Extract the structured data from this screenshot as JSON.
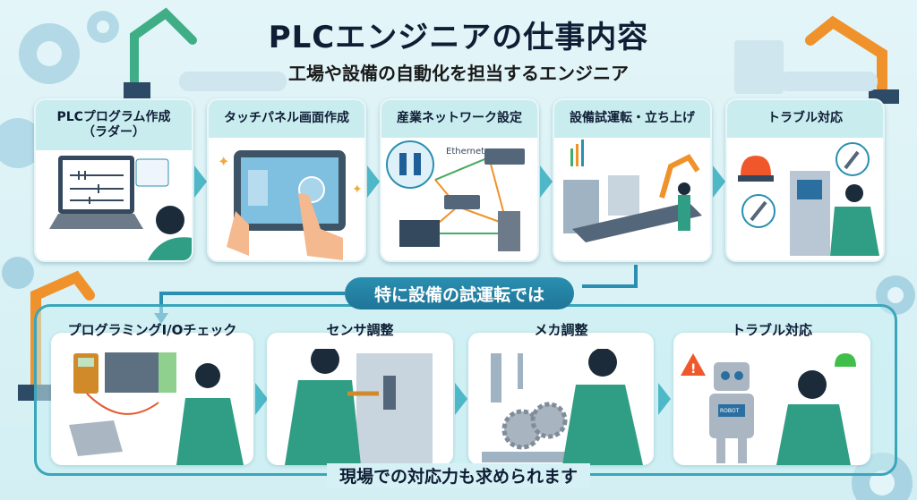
{
  "header": {
    "title": "PLCエンジニアの仕事内容",
    "subtitle": "工場や設備の自動化を担当するエンジニア"
  },
  "top_steps": [
    {
      "label": "PLCプログラム作成\n（ラダー）",
      "icon": "laptop-ladder-icon"
    },
    {
      "label": "タッチパネル画面作成",
      "icon": "touch-panel-icon"
    },
    {
      "label": "産業ネットワーク設定",
      "icon": "network-icon",
      "network_label": "Ethernet"
    },
    {
      "label": "設備試運転・立ち上げ",
      "icon": "production-line-icon"
    },
    {
      "label": "トラブル対応",
      "icon": "alarm-wrench-icon"
    }
  ],
  "banner": "特に設備の試運転では",
  "bottom_steps": [
    {
      "label": "プログラミングI/Oチェック",
      "icon": "multimeter-plc-icon"
    },
    {
      "label": "センサ調整",
      "icon": "sensor-adjust-icon"
    },
    {
      "label": "メカ調整",
      "icon": "gear-adjust-icon"
    },
    {
      "label": "トラブル対応",
      "icon": "robot-warning-icon",
      "robot_label": "ROBOT"
    }
  ],
  "footer": "現場での対応力も求められます",
  "colors": {
    "accent": "#2a8fb0",
    "header_bg": "#c9ecef",
    "arrow": "#4fb8c8",
    "worker": "#2f9e84",
    "robot_arm": "#f0922b"
  }
}
